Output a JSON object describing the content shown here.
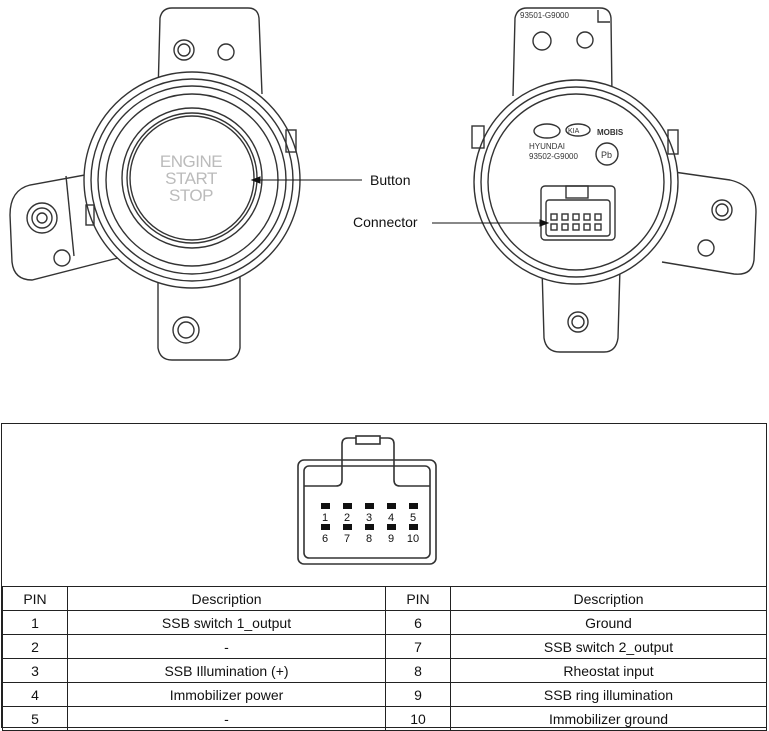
{
  "front_view": {
    "button_text_lines": [
      "ENGINE",
      "START",
      "STOP"
    ]
  },
  "rear_view": {
    "part_number_top": "93501-G9000",
    "brand_hyundai": "HYUNDAI",
    "brand_kia": "KIA",
    "brand_mobis": "MOBIS",
    "part_number_body": "93502-G9000",
    "pb_mark": "Pb"
  },
  "callouts": {
    "button": "Button",
    "connector": "Connector"
  },
  "connector": {
    "pin_numbers_top": [
      "1",
      "2",
      "3",
      "4",
      "5"
    ],
    "pin_numbers_bottom": [
      "6",
      "7",
      "8",
      "9",
      "10"
    ]
  },
  "pin_table": {
    "headers": [
      "PIN",
      "Description",
      "PIN",
      "Description"
    ],
    "rows": [
      [
        "1",
        "SSB switch 1_output",
        "6",
        "Ground"
      ],
      [
        "2",
        "-",
        "7",
        "SSB switch 2_output"
      ],
      [
        "3",
        "SSB Illumination (+)",
        "8",
        "Rheostat input"
      ],
      [
        "4",
        "Immobilizer power",
        "9",
        "SSB ring illumination"
      ],
      [
        "5",
        "-",
        "10",
        "Immobilizer ground"
      ]
    ]
  }
}
